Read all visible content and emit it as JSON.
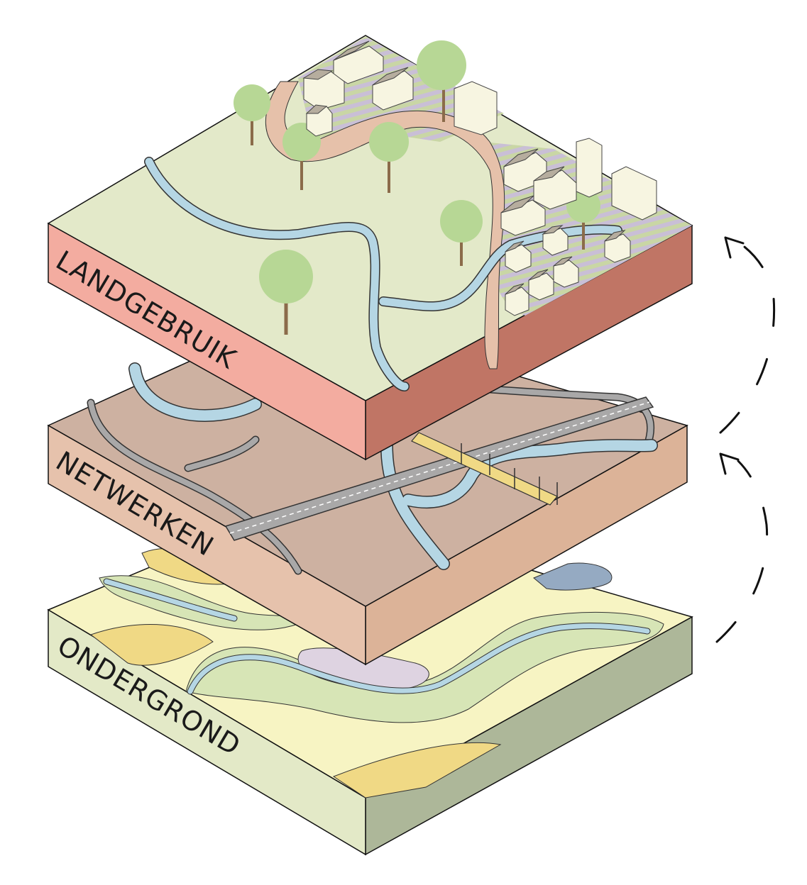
{
  "layers": [
    {
      "label": "LANDGEBRUIK",
      "top_color": "#e3e9c9",
      "left_color": "#f3aca0",
      "right_color": "#c07565"
    },
    {
      "label": "NETWERKEN",
      "top_color": "#cdb1a1",
      "left_color": "#e6c2ac",
      "right_color": "#dcb398"
    },
    {
      "label": "ONDERGROND",
      "top_color": "#f7f4c3",
      "left_color": "#e3e9c7",
      "right_color": "#adb799"
    }
  ],
  "colors": {
    "water": "#b5d6e4",
    "road": "#a9a8a8",
    "path": "#e6c1aa",
    "tree": "#b7d795",
    "building": "#f7f5e1",
    "roof": "#b6ad9e",
    "yellow": "#f0d985",
    "green": "#d7e5b6",
    "purple": "#ded3e1",
    "blue": "#95aac2"
  },
  "cycle_arrow": {
    "style": "dashed",
    "direction": "up",
    "arrowheads": 2
  }
}
